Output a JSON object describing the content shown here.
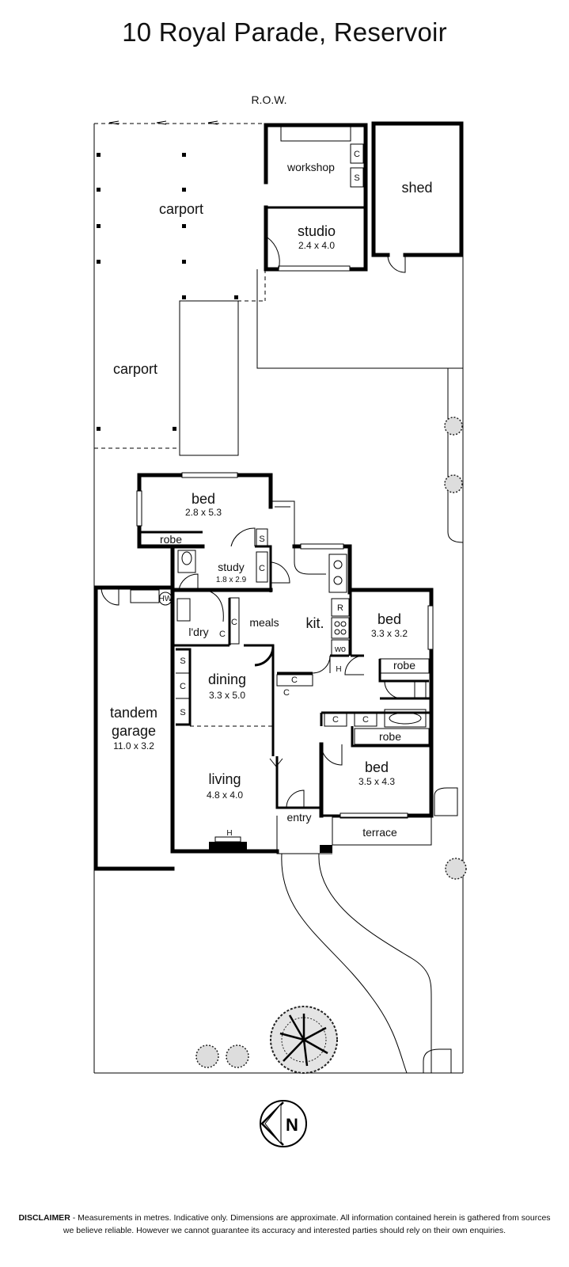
{
  "title": "10 Royal Parade, Reservoir",
  "row_label": "R.O.W.",
  "rooms": {
    "workshop": {
      "name": "workshop"
    },
    "shed": {
      "name": "shed"
    },
    "studio": {
      "name": "studio",
      "dims": "2.4 x 4.0"
    },
    "carport_top": {
      "name": "carport"
    },
    "carport_mid": {
      "name": "carport"
    },
    "bed1": {
      "name": "bed",
      "dims": "2.8 x 5.3"
    },
    "study": {
      "name": "study",
      "dims": "1.8 x 2.9"
    },
    "meals": {
      "name": "meals"
    },
    "kitchen": {
      "name": "kit."
    },
    "laundry": {
      "name": "l'dry"
    },
    "bed2": {
      "name": "bed",
      "dims": "3.3 x 3.2"
    },
    "dining": {
      "name": "dining",
      "dims": "3.3 x 5.0"
    },
    "garage": {
      "name_line1": "tandem",
      "name_line2": "garage",
      "dims": "11.0 x 3.2"
    },
    "living": {
      "name": "living",
      "dims": "4.8 x 4.0"
    },
    "bed3": {
      "name": "bed",
      "dims": "3.5 x 4.3"
    },
    "entry": {
      "name": "entry"
    },
    "terrace": {
      "name": "terrace"
    }
  },
  "fixtures": {
    "cupboard": "C",
    "shelves": "S",
    "robe": "robe",
    "fridge": "R",
    "wc": "wo",
    "heater": "H",
    "hot_water": "HW"
  },
  "disclaimer": {
    "label": "DISCLAIMER",
    "text": " - Measurements in metres. Indicative only. Dimensions are approximate. All information contained herein is gathered from sources we believe reliable. However we cannot guarantee its accuracy and interested parties should rely on their own enquiries."
  }
}
